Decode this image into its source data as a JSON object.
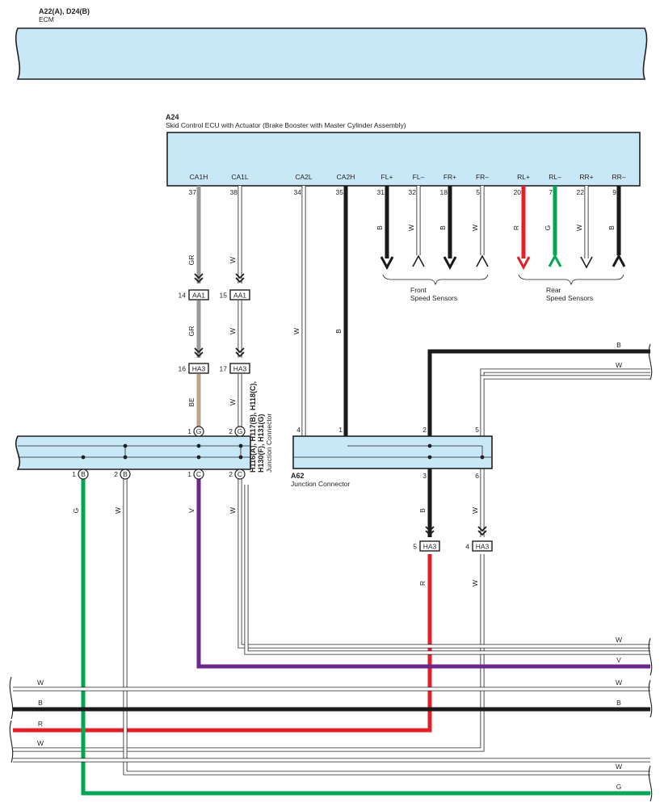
{
  "colors": {
    "B": "#1a1a1a",
    "W": "#ffffff",
    "GR": "#9a9a9a",
    "BE": "#b9a48f",
    "R": "#e3202a",
    "G": "#00a651",
    "V": "#6a2a8c",
    "box_fill": "#c8e8f8"
  },
  "ecm": {
    "id": "A22(A), D24(B)",
    "name": "ECM"
  },
  "skid_ecu": {
    "id": "A24",
    "name": "Skid Control ECU with Actuator (Brake Booster with Master Cylinder Assembly)",
    "terminals": [
      {
        "name": "CA1H",
        "pin": "37"
      },
      {
        "name": "CA1L",
        "pin": "38"
      },
      {
        "name": "CA2L",
        "pin": "34"
      },
      {
        "name": "CA2H",
        "pin": "35"
      },
      {
        "name": "FL+",
        "pin": "31"
      },
      {
        "name": "FL–",
        "pin": "32"
      },
      {
        "name": "FR+",
        "pin": "18"
      },
      {
        "name": "FR–",
        "pin": "5"
      },
      {
        "name": "RL+",
        "pin": "20"
      },
      {
        "name": "RL–",
        "pin": "7"
      },
      {
        "name": "RR+",
        "pin": "22"
      },
      {
        "name": "RR–",
        "pin": "9"
      }
    ],
    "sensor_wires": [
      "B",
      "W",
      "B",
      "W",
      "R",
      "G",
      "W",
      "B"
    ]
  },
  "front_sensors": {
    "line1": "Front",
    "line2": "Speed Sensors"
  },
  "rear_sensors": {
    "line1": "Rear",
    "line2": "Speed Sensors"
  },
  "connectors": {
    "aa1_left": {
      "pin": "14",
      "name": "AA1"
    },
    "aa1_right": {
      "pin": "15",
      "name": "AA1"
    },
    "ha3_left": {
      "pin": "16",
      "name": "HA3"
    },
    "ha3_right": {
      "pin": "17",
      "name": "HA3"
    },
    "ha3_b": {
      "pin": "5",
      "name": "HA3"
    },
    "ha3_w": {
      "pin": "4",
      "name": "HA3"
    }
  },
  "jc_h": {
    "line1": "H116(A), H117(B), H118(C),",
    "line2": "H130(F), H131(G)",
    "line3": "Junction Connector",
    "top_pins": [
      {
        "num": "1",
        "letter": "G"
      },
      {
        "num": "2",
        "letter": "G"
      }
    ],
    "bottom_pins": [
      {
        "num": "1",
        "letter": "B"
      },
      {
        "num": "2",
        "letter": "B"
      },
      {
        "num": "1",
        "letter": "C"
      },
      {
        "num": "2",
        "letter": "C"
      }
    ]
  },
  "jc_a62": {
    "id": "A62",
    "name": "Junction Connector",
    "top_pins": [
      "4",
      "1",
      "2",
      "5"
    ],
    "bottom_pins": [
      "3",
      "6"
    ]
  },
  "wire_labels": {
    "ca1h_top": "GR",
    "ca1l_top": "W",
    "ca1h_mid": "GR",
    "ca1l_mid": "W",
    "ca1h_bot": "BE",
    "ca1l_bot": "W",
    "ca2l": "W",
    "ca2h": "B",
    "hb1": "G",
    "hb2": "W",
    "hc1": "V",
    "hc2": "W",
    "a62_3": "B",
    "a62_6": "W",
    "ha3_5": "R",
    "ha3_4": "W",
    "right_b_upper": "B",
    "right_w_upper": "W",
    "right_w1": "W",
    "right_v": "V",
    "right_w2": "W",
    "right_b": "B",
    "right_w3": "W",
    "right_g": "G",
    "left_w1": "W",
    "left_b": "B",
    "left_r": "R",
    "left_w2": "W"
  }
}
